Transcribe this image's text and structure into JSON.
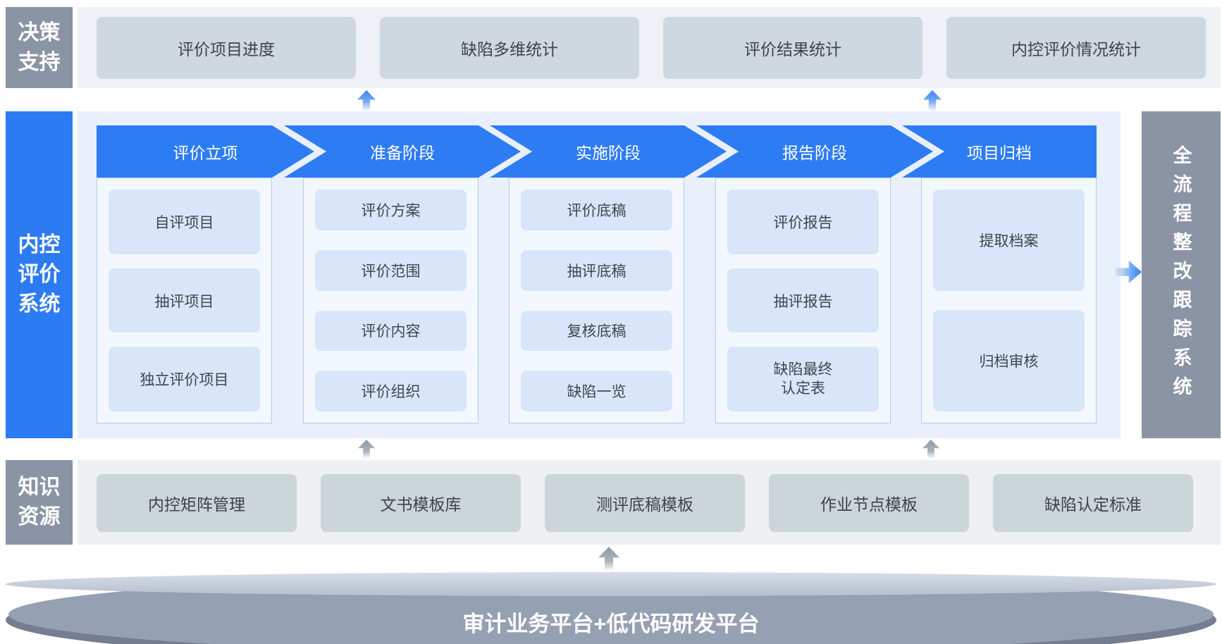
{
  "palette": {
    "accent_blue": "#2E7CF3",
    "label_gray": "#8A94A5",
    "main_bg": "#E9F0FC",
    "panel_bg": "#F3F8FE",
    "panel_border": "#AFCBF1",
    "item_box": "#D9E6F9",
    "top_strip_bg": "#EEF1F5",
    "top_box": "#CFD7E0",
    "knowledge_strip_bg": "#EDF1F3",
    "knowledge_box": "#CCD5D8",
    "platform_face": "#96A0B3",
    "platform_lid": "#C9D0DE",
    "platform_rim": "#747E90",
    "text_dark": "#3E444C"
  },
  "decision_support": {
    "label": "决策支持",
    "items": [
      "评价项目进度",
      "缺陷多维统计",
      "评价结果统计",
      "内控评价情况统计"
    ]
  },
  "main_system": {
    "label": "内控评价系统",
    "stages": [
      {
        "title": "评价立项",
        "items": [
          "自评项目",
          "抽评项目",
          "独立评价项目"
        ]
      },
      {
        "title": "准备阶段",
        "items": [
          "评价方案",
          "评价范围",
          "评价内容",
          "评价组织"
        ]
      },
      {
        "title": "实施阶段",
        "items": [
          "评价底稿",
          "抽评底稿",
          "复核底稿",
          "缺陷一览"
        ]
      },
      {
        "title": "报告阶段",
        "items": [
          "评价报告",
          "抽评报告",
          "缺陷最终认定表"
        ]
      },
      {
        "title": "项目归档",
        "items": [
          "提取档案",
          "归档审核"
        ]
      }
    ]
  },
  "tracking_system": {
    "label": "全流程整改跟踪系统"
  },
  "knowledge_resources": {
    "label": "知识资源",
    "items": [
      "内控矩阵管理",
      "文书模板库",
      "测评底稿模板",
      "作业节点模板",
      "缺陷认定标准"
    ]
  },
  "platform": {
    "label": "审计业务平台+低代码研发平台"
  }
}
